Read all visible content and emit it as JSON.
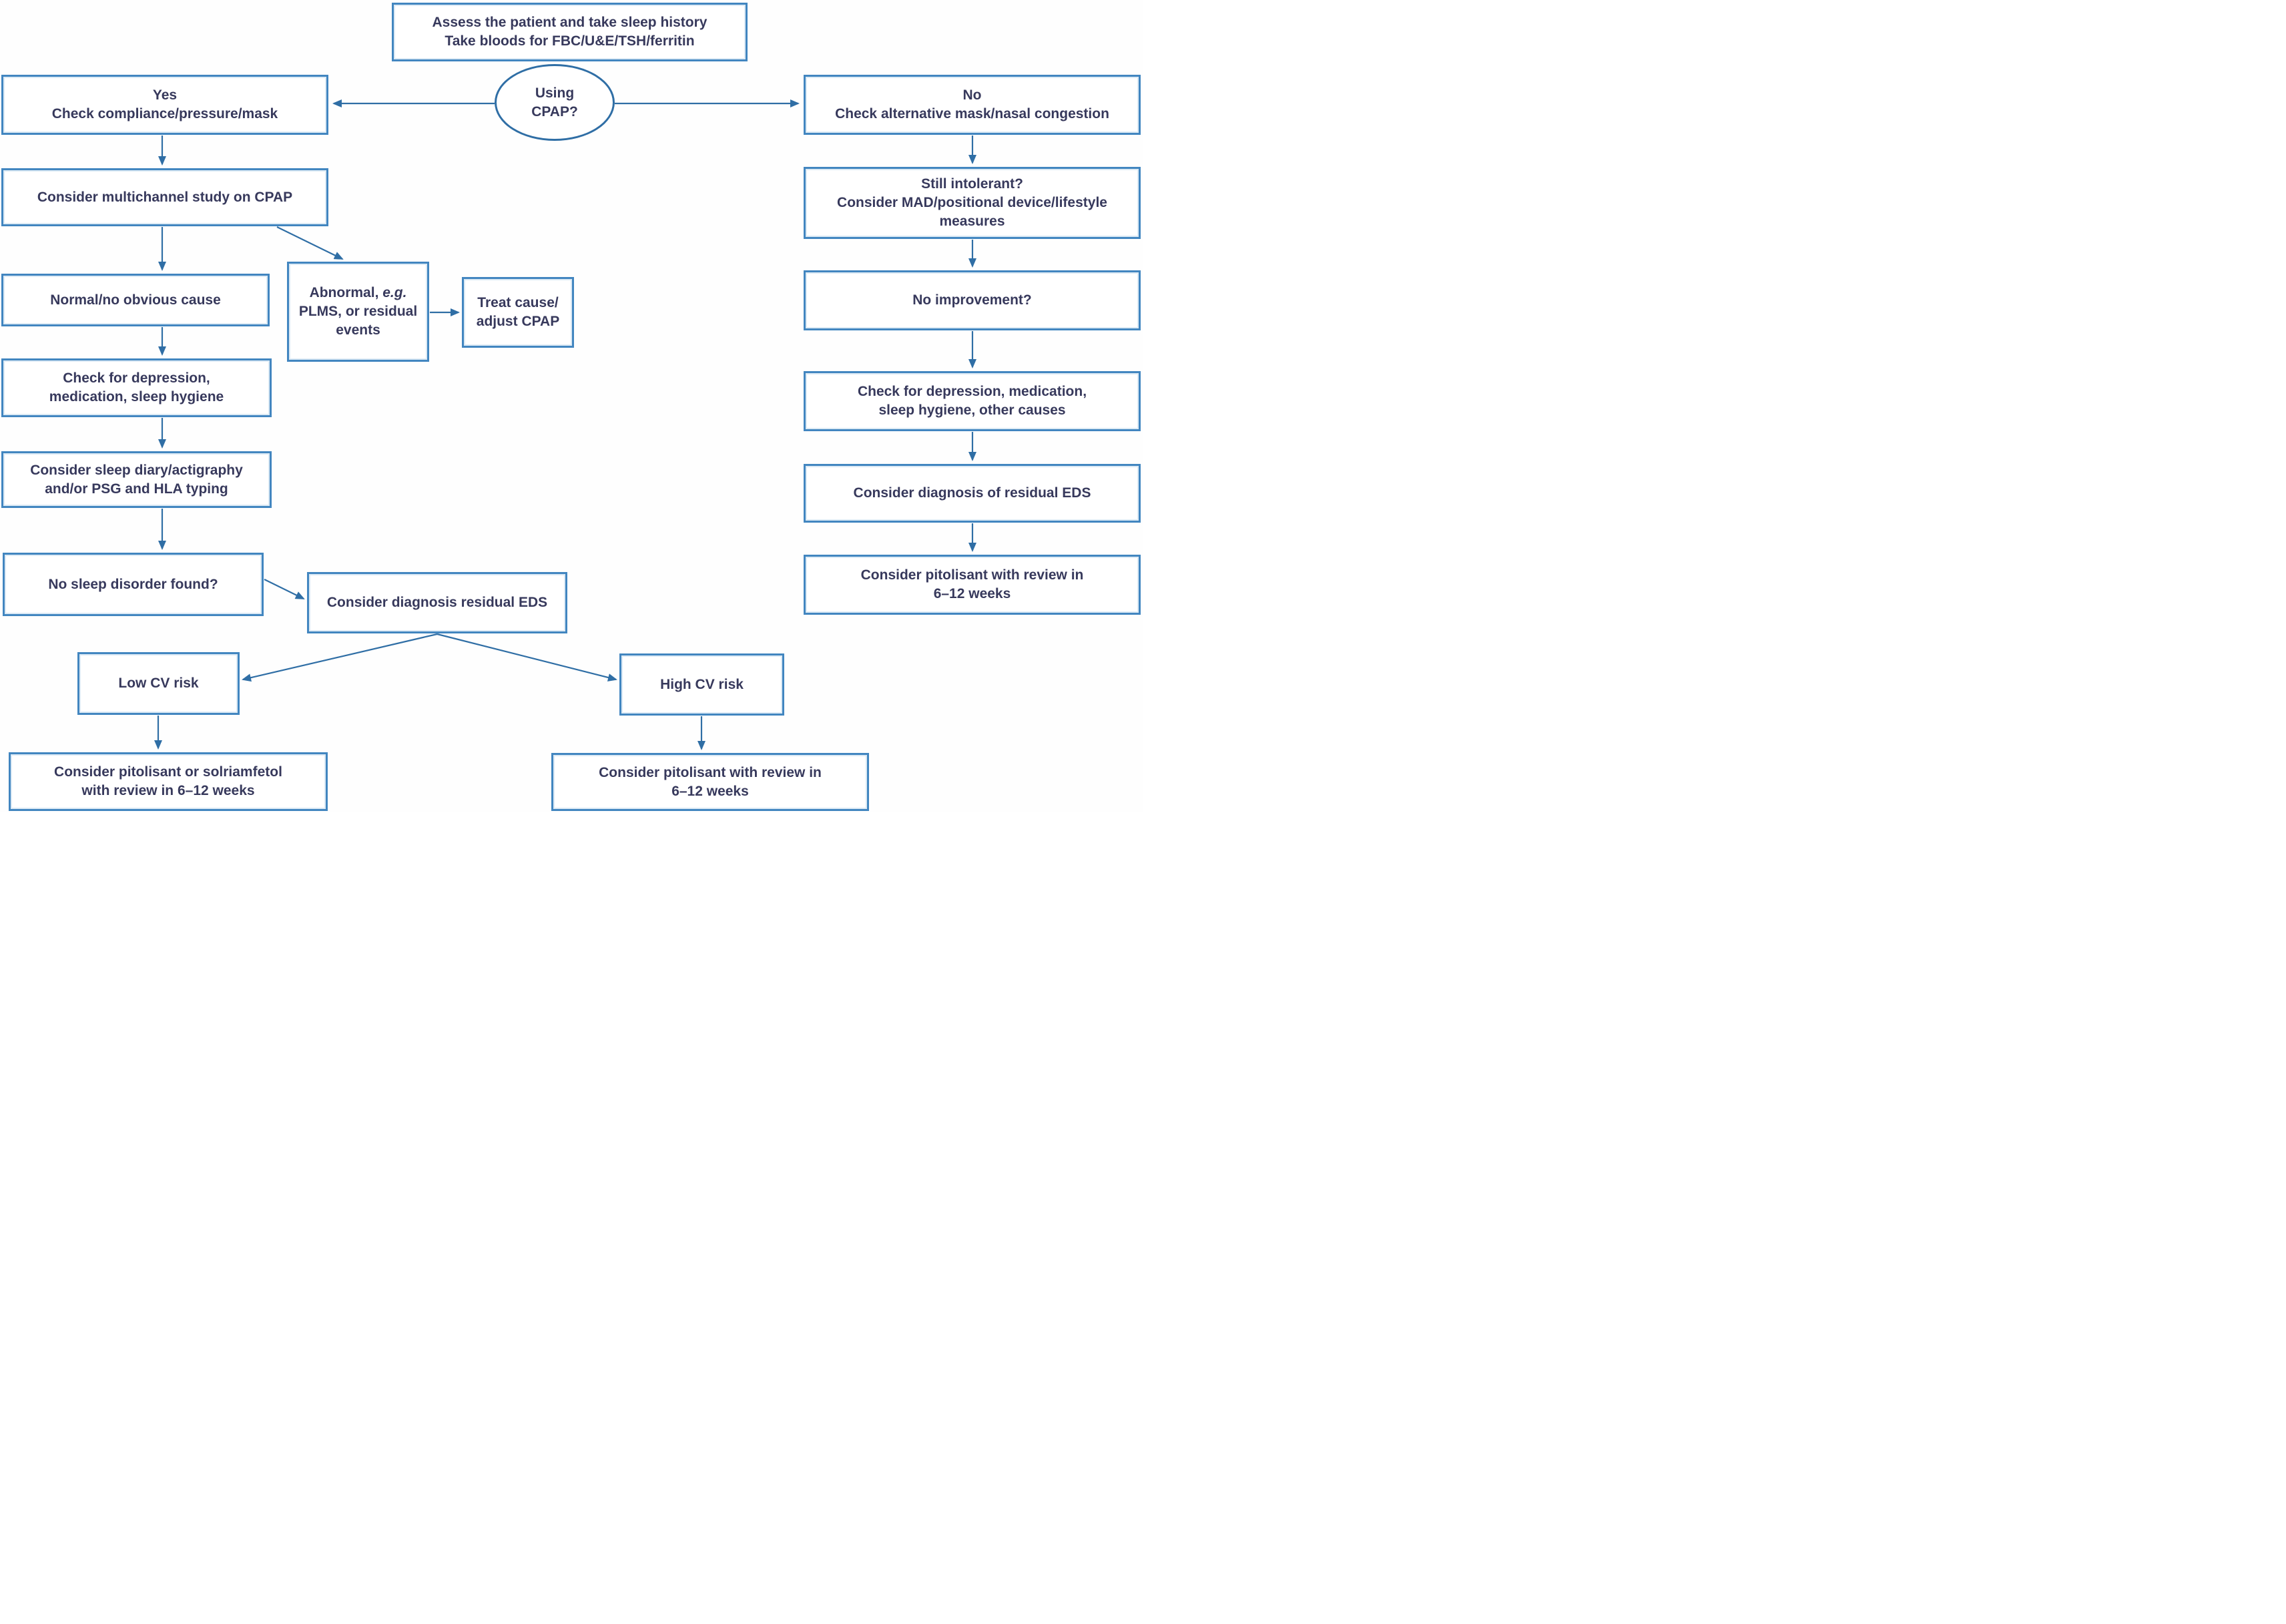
{
  "colors": {
    "box_border": "#4286c0",
    "box_border_inner": "#dceaf5",
    "arrow": "#2f6ea5",
    "text": "#37395c",
    "background": "#ffffff"
  },
  "flowchart": {
    "nodes": {
      "assess": {
        "lines": [
          "Assess the patient and take sleep history",
          "Take bloods for FBC/U&E/TSH/ferritin"
        ]
      },
      "using_cpap": {
        "lines": [
          "Using",
          "CPAP?"
        ]
      },
      "yes_branch": {
        "lines": [
          "Yes",
          "Check compliance/pressure/mask"
        ]
      },
      "no_branch": {
        "lines": [
          "No",
          "Check alternative mask/nasal congestion"
        ]
      },
      "multichannel": {
        "lines": [
          "Consider multichannel study on CPAP"
        ]
      },
      "normal_cause": {
        "lines": [
          "Normal/no obvious cause"
        ]
      },
      "abnormal": {
        "line1_normal": "Abnormal, ",
        "line1_italic": "e.g.",
        "line2": "PLMS, or residual",
        "line3": "events"
      },
      "treat": {
        "lines": [
          "Treat cause/",
          "adjust CPAP"
        ]
      },
      "check_depression_left": {
        "lines": [
          "Check for depression,",
          "medication, sleep hygiene"
        ]
      },
      "sleep_diary": {
        "lines": [
          "Consider sleep diary/actigraphy",
          "and/or PSG and HLA typing"
        ]
      },
      "no_sleep_disorder": {
        "lines": [
          "No sleep disorder found?"
        ]
      },
      "residual_eds": {
        "lines": [
          "Consider diagnosis residual EDS"
        ]
      },
      "low_cv": {
        "lines": [
          "Low CV risk"
        ]
      },
      "high_cv": {
        "lines": [
          "High CV risk"
        ]
      },
      "pitolisant_solriamfetol": {
        "lines": [
          "Consider pitolisant or solriamfetol",
          "with review in 6–12 weeks"
        ]
      },
      "pitolisant_high_cv": {
        "lines": [
          "Consider pitolisant with review in",
          "6–12 weeks"
        ]
      },
      "still_intolerant": {
        "lines": [
          "Still intolerant?",
          "Consider MAD/positional device/lifestyle",
          "measures"
        ]
      },
      "no_improvement": {
        "lines": [
          "No improvement?"
        ]
      },
      "check_depression_right": {
        "lines": [
          "Check for depression, medication,",
          "sleep hygiene, other causes"
        ]
      },
      "residual_eds_right": {
        "lines": [
          "Consider diagnosis of residual EDS"
        ]
      },
      "pitolisant_right": {
        "lines": [
          "Consider pitolisant with review in",
          "6–12 weeks"
        ]
      }
    },
    "edges": [
      {
        "from": "assess",
        "to": "using_cpap"
      },
      {
        "from": "using_cpap",
        "to": "yes_branch",
        "answer": "Yes"
      },
      {
        "from": "using_cpap",
        "to": "no_branch",
        "answer": "No"
      },
      {
        "from": "yes_branch",
        "to": "multichannel"
      },
      {
        "from": "multichannel",
        "to": "normal_cause"
      },
      {
        "from": "multichannel",
        "to": "abnormal"
      },
      {
        "from": "abnormal",
        "to": "treat"
      },
      {
        "from": "normal_cause",
        "to": "check_depression_left"
      },
      {
        "from": "check_depression_left",
        "to": "sleep_diary"
      },
      {
        "from": "sleep_diary",
        "to": "no_sleep_disorder"
      },
      {
        "from": "no_sleep_disorder",
        "to": "residual_eds"
      },
      {
        "from": "residual_eds",
        "to": "low_cv"
      },
      {
        "from": "residual_eds",
        "to": "high_cv"
      },
      {
        "from": "low_cv",
        "to": "pitolisant_solriamfetol"
      },
      {
        "from": "high_cv",
        "to": "pitolisant_high_cv"
      },
      {
        "from": "no_branch",
        "to": "still_intolerant"
      },
      {
        "from": "still_intolerant",
        "to": "no_improvement"
      },
      {
        "from": "no_improvement",
        "to": "check_depression_right"
      },
      {
        "from": "check_depression_right",
        "to": "residual_eds_right"
      },
      {
        "from": "residual_eds_right",
        "to": "pitolisant_right"
      }
    ]
  }
}
